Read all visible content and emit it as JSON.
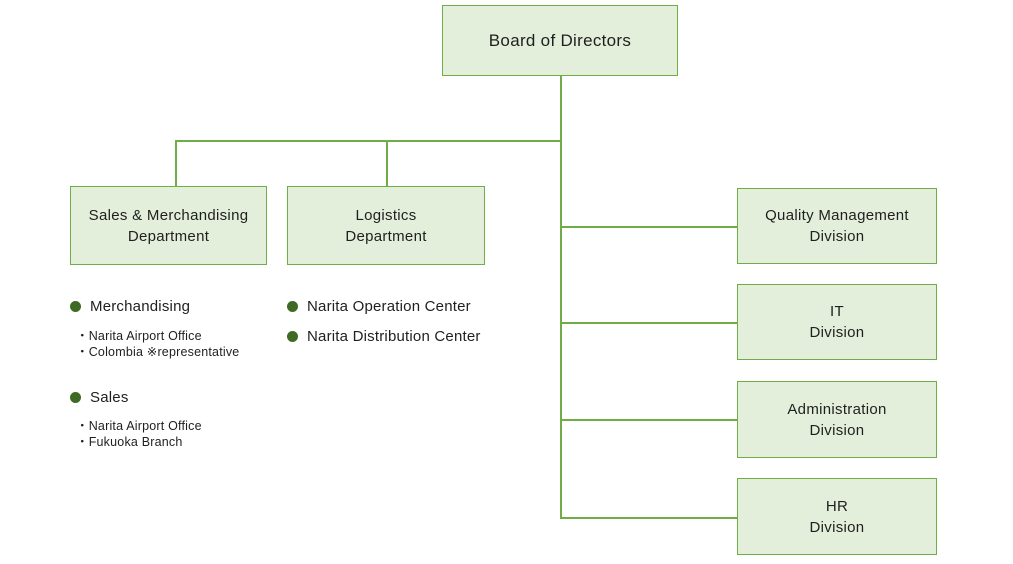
{
  "colors": {
    "box_fill": "#e3efdb",
    "box_border": "#70ad47",
    "connector_line": "#70ad47",
    "bullet": "#3e6b24",
    "text": "#1f1f1f"
  },
  "root": {
    "label": "Board of Directors"
  },
  "departments": [
    {
      "line1": "Sales & Merchandising",
      "line2": "Department"
    },
    {
      "line1": "Logistics",
      "line2": "Department"
    }
  ],
  "divisions": [
    {
      "line1": "Quality Management",
      "line2": "Division"
    },
    {
      "line1": "IT",
      "line2": "Division"
    },
    {
      "line1": "Administration",
      "line2": "Division"
    },
    {
      "line1": "HR",
      "line2": "Division"
    }
  ],
  "sales_detail": {
    "groups": [
      {
        "title": "Merchandising",
        "items": [
          "・Narita Airport Office",
          "・Colombia ※representative"
        ]
      },
      {
        "title": "Sales",
        "items": [
          "・Narita Airport Office",
          "・Fukuoka Branch"
        ]
      }
    ]
  },
  "logistics_detail": {
    "items": [
      "Narita Operation Center",
      "Narita Distribution Center"
    ]
  }
}
